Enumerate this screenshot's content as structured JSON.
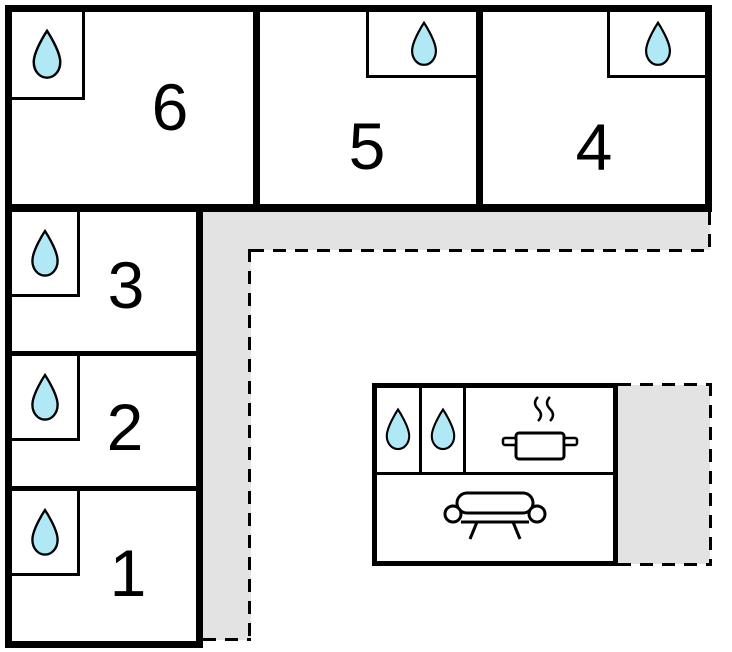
{
  "floorplan": {
    "rooms": [
      {
        "number": "6",
        "icon": "water-drop-icon"
      },
      {
        "number": "5",
        "icon": "water-drop-icon"
      },
      {
        "number": "4",
        "icon": "water-drop-icon"
      },
      {
        "number": "3",
        "icon": "water-drop-icon"
      },
      {
        "number": "2",
        "icon": "water-drop-icon"
      },
      {
        "number": "1",
        "icon": "water-drop-icon"
      }
    ],
    "kitchen_unit": {
      "icons": [
        "water-drop-icon",
        "water-drop-icon",
        "stove-icon",
        "sofa-icon"
      ]
    },
    "colors": {
      "wall": "#000000",
      "drop_fill": "#b0e9f5",
      "drop_stroke": "#000000",
      "terrace_fill": "#e3e3e3",
      "background": "#ffffff"
    }
  }
}
